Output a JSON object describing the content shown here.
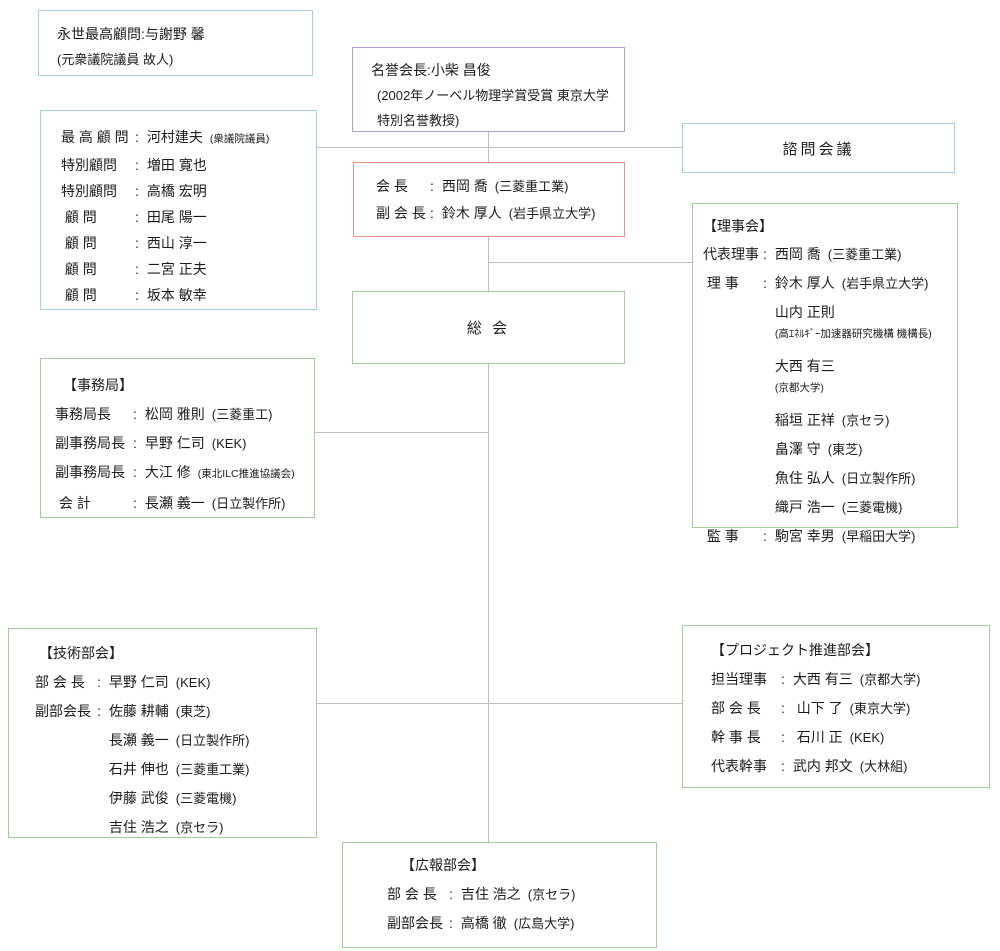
{
  "glyphs": {
    "colon": ":"
  },
  "colors": {
    "blue": "#a6d0e6",
    "purple": "#b49ccc",
    "red": "#ef8e88",
    "green": "#9fd096",
    "line": "#bfbfbf",
    "text": "#1c1c1c"
  },
  "boxes": {
    "eisei": {
      "border": "blue",
      "rows": [
        {
          "type": "text",
          "name": "永世最高顧問:与謝野 馨"
        },
        {
          "type": "text",
          "name": "(元衆議院議員 故人)",
          "small": true
        }
      ]
    },
    "meiyo": {
      "border": "purple",
      "rows": [
        {
          "type": "text",
          "name": "名誉会長:小柴 昌俊"
        },
        {
          "type": "text",
          "name": "(2002年ノーベル物理学賞受賞 東京大学特別名誉教授)",
          "small": true,
          "wrap": true,
          "indent": 6
        }
      ]
    },
    "saiko": {
      "border": "blue",
      "lblw": 72,
      "rows": [
        {
          "type": "item",
          "label": "最 高 顧 問",
          "name": "河村建夫",
          "affil": "(衆議院議員)",
          "affilSmall": true
        },
        {
          "type": "item",
          "label": "特別顧問",
          "name": "増田 寛也"
        },
        {
          "type": "item",
          "label": "特別顧問",
          "name": "高橋 宏明"
        },
        {
          "type": "item",
          "label": " 顧 問",
          "name": "田尾 陽一"
        },
        {
          "type": "item",
          "label": " 顧 問",
          "name": "西山 淳一"
        },
        {
          "type": "item",
          "label": " 顧 問",
          "name": "二宮 正夫"
        },
        {
          "type": "item",
          "label": " 顧 問",
          "name": "坂本 敏幸"
        }
      ]
    },
    "kaicho": {
      "border": "red",
      "lblw": 52,
      "rows": [
        {
          "type": "item",
          "label": "会 長",
          "name": "西岡 喬",
          "affil": "(三菱重工業)"
        },
        {
          "type": "item",
          "label": "副 会 長",
          "name": "鈴木 厚人",
          "affil": "(岩手県立大学)"
        }
      ]
    },
    "shimon": {
      "border": "blue",
      "rows": [
        {
          "type": "center",
          "name": "諮問会議"
        }
      ]
    },
    "riji": {
      "border": "green",
      "lblw": 58,
      "rows": [
        {
          "type": "title",
          "name": "【理事会】"
        },
        {
          "type": "item",
          "label": "代表理事",
          "name": "西岡 喬",
          "affil": "(三菱重工業)"
        },
        {
          "type": "item",
          "label": " 理 事",
          "name": "鈴木 厚人",
          "affil": "(岩手県立大学)"
        },
        {
          "type": "cont",
          "name": "山内 正則"
        },
        {
          "type": "affil",
          "name": "(高ｴﾈﾙｷﾞｰ加速器研究機構 機構長)"
        },
        {
          "type": "cont",
          "name": "大西 有三"
        },
        {
          "type": "affil",
          "name": "(京都大学)"
        },
        {
          "type": "cont",
          "name": "稲垣 正祥",
          "affil": "(京セラ)"
        },
        {
          "type": "cont",
          "name": "畠澤 守",
          "affil": "(東芝)"
        },
        {
          "type": "cont",
          "name": "魚住 弘人",
          "affil": "(日立製作所)"
        },
        {
          "type": "cont",
          "name": "織戸 浩一",
          "affil": "(三菱電機)"
        },
        {
          "type": "item",
          "label": " 監 事",
          "name": "駒宮 幸男",
          "affil": "(早稲田大学)"
        }
      ]
    },
    "soukai": {
      "border": "green",
      "rows": [
        {
          "type": "center",
          "name": "総 会"
        }
      ]
    },
    "jimu": {
      "border": "green",
      "lblw": 76,
      "rows": [
        {
          "type": "title",
          "name": "【事務局】",
          "indent": 8
        },
        {
          "type": "item",
          "label": "事務局長",
          "name": "松岡 雅則",
          "affil": "(三菱重工)"
        },
        {
          "type": "item",
          "label": "副事務局長",
          "name": "早野 仁司",
          "affil": "(KEK)"
        },
        {
          "type": "item",
          "label": "副事務局長",
          "name": "大江 修",
          "affil": "(東北ILC推進協議会)",
          "affilSmall": true
        },
        {
          "type": "item",
          "label": " 会 計",
          "name": "長瀬 義一",
          "affil": "(日立製作所)"
        }
      ]
    },
    "giju": {
      "border": "green",
      "lblw": 60,
      "rows": [
        {
          "type": "title",
          "name": "【技術部会】",
          "indent": 4
        },
        {
          "type": "item",
          "label": "部 会 長",
          "name": "早野 仁司",
          "affil": "(KEK)"
        },
        {
          "type": "item",
          "label": "副部会長",
          "name": "佐藤 耕輔",
          "affil": "(東芝)"
        },
        {
          "type": "cont",
          "name": "長瀬 義一",
          "affil": "(日立製作所)"
        },
        {
          "type": "cont",
          "name": "石井 伸也",
          "affil": "(三菱重工業)"
        },
        {
          "type": "cont",
          "name": "伊藤 武俊",
          "affil": "(三菱電機)"
        },
        {
          "type": "cont",
          "name": "吉住 浩之",
          "affil": "(京セラ)"
        }
      ]
    },
    "proj": {
      "border": "green",
      "lblw": 68,
      "rows": [
        {
          "type": "title",
          "name": "【プロジェクト推進部会】"
        },
        {
          "type": "item",
          "label": "担当理事",
          "name": "大西 有三",
          "affil": "(京都大学)"
        },
        {
          "type": "item",
          "label": "部 会 長",
          "name": " 山下 了",
          "affil": "(東京大学)"
        },
        {
          "type": "item",
          "label": "幹 事 長",
          "name": " 石川 正",
          "affil": "(KEK)"
        },
        {
          "type": "item",
          "label": "代表幹事",
          "name": "武内 邦文",
          "affil": "(大林組)"
        }
      ]
    },
    "koho": {
      "border": "green",
      "lblw": 60,
      "rows": [
        {
          "type": "title",
          "name": "【広報部会】",
          "indent": 14
        },
        {
          "type": "item",
          "label": "部 会 長",
          "name": "吉住 浩之",
          "affil": "(京セラ)"
        },
        {
          "type": "item",
          "label": "副部会長",
          "name": "高橋 徹",
          "affil": "(広島大学)"
        }
      ]
    }
  }
}
